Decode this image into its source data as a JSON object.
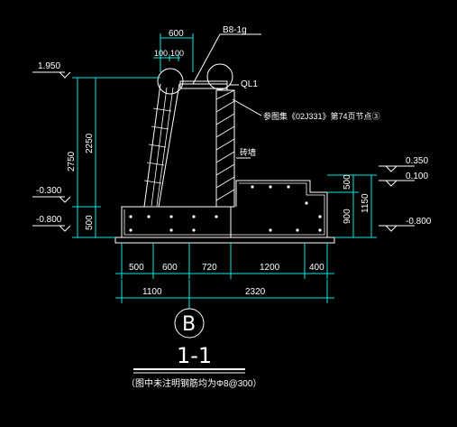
{
  "labels": {
    "top_width": "600",
    "small_a": "100",
    "small_b": "100",
    "ref_b": "B8-1g",
    "ql": "QL1",
    "note_ref": "参图集《02J331》第74页节点③",
    "wall_text": "砖墙",
    "section_letter": "B",
    "section_title": "1-1",
    "footnote": "（图中未注明钢筋均为Φ8@300）"
  },
  "elevations": {
    "left_top": "1.950",
    "left_mid": "-0.300",
    "left_bot": "-0.800",
    "right_top": "0.350",
    "right_mid": "0.100",
    "right_bot": "-0.800"
  },
  "dims": {
    "left_outer": "2750",
    "left_inner": "2250",
    "left_base": "500",
    "right_a": "500",
    "right_b": "900",
    "right_c": "1150",
    "bottom_row1": [
      "500",
      "600",
      "720",
      "1200",
      "400"
    ],
    "bottom_row2": [
      "1100",
      "2320"
    ]
  },
  "colors": {
    "background": "#000000",
    "lines": "#ffffff",
    "dims": "#00e6e6",
    "accent": "#ffff00"
  }
}
